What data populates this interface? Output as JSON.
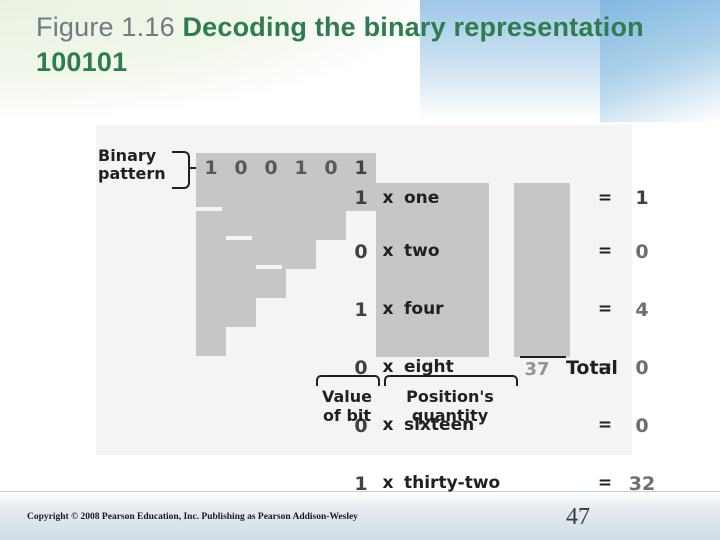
{
  "slide": {
    "title_prefix": "Figure 1.16  ",
    "title_emphasis": "Decoding the binary representation 100101",
    "page_number": "47",
    "copyright": "Copyright © 2008 Pearson Education, Inc. Publishing as Pearson Addison-Wesley"
  },
  "figure": {
    "binary_pattern_label_line1": "Binary",
    "binary_pattern_label_line2": "pattern",
    "top_bits": [
      "1",
      "0",
      "0",
      "1",
      "0",
      "1"
    ],
    "columns": {
      "bit": "Value of bit",
      "operator": "x",
      "position": "Position's quantity",
      "equals": "=",
      "result": ""
    },
    "rows": [
      {
        "bit": "1",
        "op": "x",
        "word": "one",
        "eq": "=",
        "value": "1"
      },
      {
        "bit": "0",
        "op": "x",
        "word": "two",
        "eq": "=",
        "value": "0"
      },
      {
        "bit": "1",
        "op": "x",
        "word": "four",
        "eq": "=",
        "value": "4"
      },
      {
        "bit": "0",
        "op": "x",
        "word": "eight",
        "eq": "=",
        "value": "0"
      },
      {
        "bit": "0",
        "op": "x",
        "word": "sixteen",
        "eq": "=",
        "value": "0"
      },
      {
        "bit": "1",
        "op": "x",
        "word": "thirty-two",
        "eq": "=",
        "value": "32"
      }
    ],
    "total_value": "37",
    "total_label": "Total",
    "bottom_label_left_line1": "Value",
    "bottom_label_left_line2": "of bit",
    "bottom_label_right_line1": "Position's",
    "bottom_label_right_line2": "quantity"
  },
  "colors": {
    "title_grey": "#6f7b83",
    "title_green": "#2e7d4f",
    "figure_bg": "#f4f4f4",
    "cell_grey": "#c6c6c6",
    "text_dark": "#231f20"
  }
}
